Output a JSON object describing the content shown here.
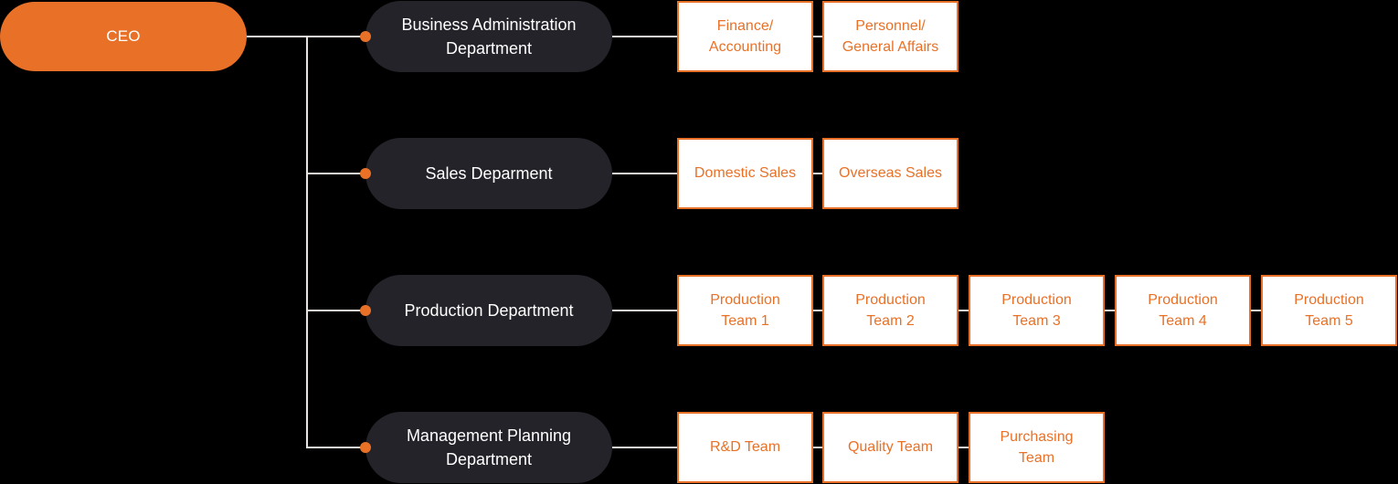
{
  "colors": {
    "background": "#000000",
    "accent": "#E97127",
    "node_dark": "#242329",
    "node_text": "#FFFFFF",
    "team_bg": "#FFFFFF",
    "line": "#E7E3DE"
  },
  "chart": {
    "root": {
      "label": "CEO"
    },
    "departments": [
      {
        "label": "Business Administration\nDepartment",
        "teams": [
          "Finance/\nAccounting",
          "Personnel/\nGeneral Affairs"
        ]
      },
      {
        "label": "Sales Deparment",
        "teams": [
          "Domestic Sales",
          "Overseas Sales"
        ]
      },
      {
        "label": "Production Department",
        "teams": [
          "Production\nTeam 1",
          "Production\nTeam 2",
          "Production\nTeam 3",
          "Production\nTeam 4",
          "Production\nTeam 5"
        ]
      },
      {
        "label": "Management Planning\nDepartment",
        "teams": [
          "R&D Team",
          "Quality Team",
          "Purchasing\nTeam"
        ]
      }
    ]
  }
}
